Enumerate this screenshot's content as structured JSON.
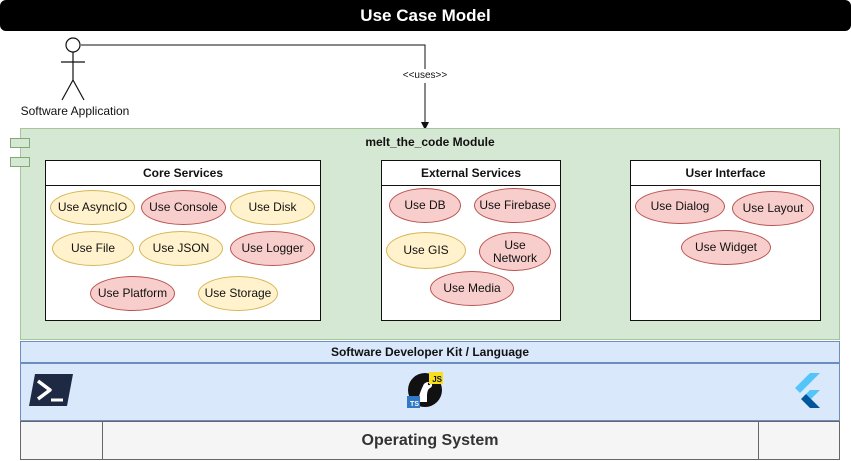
{
  "title": "Use Case Model",
  "actor": {
    "label": "Software Application"
  },
  "connector": {
    "label": "<<uses>>"
  },
  "module": {
    "title": "melt_the_code Module"
  },
  "packages": {
    "core": {
      "title": "Core Services",
      "cases": [
        "Use AsyncIO",
        "Use Console",
        "Use Disk",
        "Use File",
        "Use JSON",
        "Use Logger",
        "Use Platform",
        "Use Storage"
      ]
    },
    "external": {
      "title": "External Services",
      "cases": [
        "Use DB",
        "Use Firebase",
        "Use GIS",
        "Use\nNetwork",
        "Use Media"
      ]
    },
    "ui": {
      "title": "User Interface",
      "cases": [
        "Use Dialog",
        "Use Layout",
        "Use Widget"
      ]
    }
  },
  "sdk": {
    "label": "Software Developer Kit / Language"
  },
  "languages": {
    "icons": [
      "powershell-icon",
      "javascript-typescript-icon",
      "flutter-icon"
    ],
    "js_badge": "JS",
    "ts_badge": "TS"
  },
  "os": {
    "label": "Operating System"
  },
  "colors": {
    "module_green": "#d5e8d4",
    "case_yellow": "#fff2cc",
    "case_red": "#f8cecc",
    "sdk_blue": "#dae8fc",
    "os_gray": "#f5f5f5"
  }
}
